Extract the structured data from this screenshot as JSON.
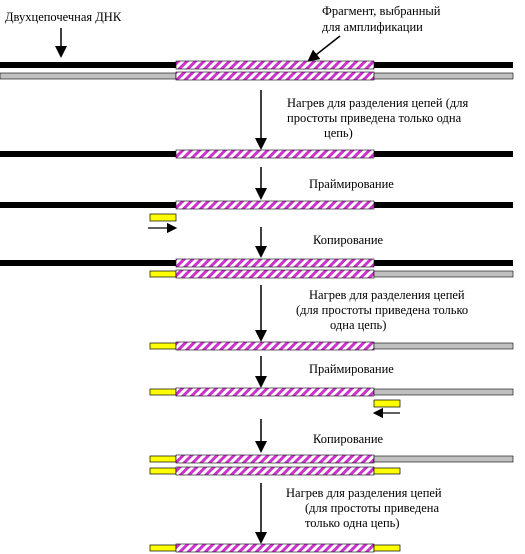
{
  "labels": {
    "dsdna": "Двухцепочечная ДНК",
    "fragment_line1": "Фрагмент, выбранный",
    "fragment_line2": "для амплификации",
    "heat1_line1": "Нагрев для разделения цепей (для",
    "heat1_line2": "простоты приведена только одна",
    "heat1_line3": "цепь)",
    "priming1": "Праймирование",
    "copying1": "Копирование",
    "heat2_line1": "Нагрев для разделения цепей",
    "heat2_line2": "(для простоты приведена только",
    "heat2_line3": "одна цепь)",
    "priming2": "Праймирование",
    "copying2": "Копирование",
    "heat3_line1": "Нагрев для разделения цепей",
    "heat3_line2": "(для простоты приведена",
    "heat3_line3": "только одна цепь)"
  },
  "colors": {
    "dna": "#000000",
    "complement": "#c0c0c0",
    "fragment_stripe": "#cc33cc",
    "primer": "#ffff00"
  }
}
